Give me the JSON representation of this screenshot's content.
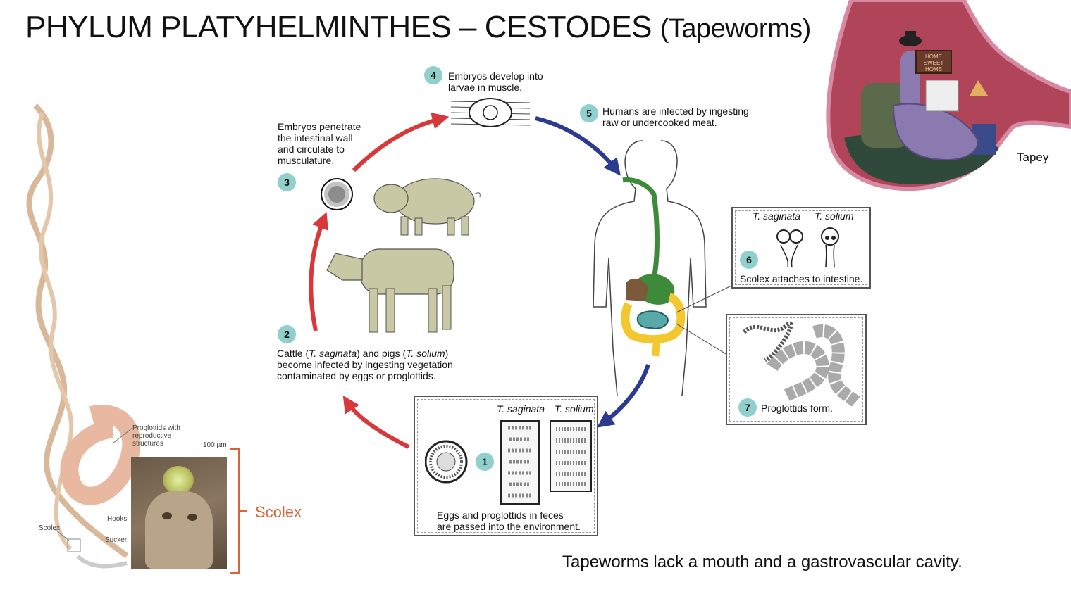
{
  "title": {
    "main": "PHYLUM PLATYHELMINTHES – CESTODES",
    "paren": "(Tapeworms)"
  },
  "steps": [
    {
      "num": "1",
      "text_line1": "Eggs and proglottids in feces",
      "text_line2": "are passed into the environment."
    },
    {
      "num": "2",
      "text_pre": "Cattle (",
      "t1": "T. saginata",
      "text_mid": ") and pigs (",
      "t2": "T. solium",
      "text_post": ")",
      "line2": "become infected by ingesting vegetation",
      "line3": "contaminated by eggs or proglottids."
    },
    {
      "num": "3",
      "line1": "Embryos penetrate",
      "line2": "the intestinal wall",
      "line3": "and circulate to",
      "line4": "musculature."
    },
    {
      "num": "4",
      "line1": "Embryos develop into",
      "line2": "larvae in muscle."
    },
    {
      "num": "5",
      "line1": "Humans are infected by ingesting",
      "line2": "raw or undercooked meat."
    },
    {
      "num": "6",
      "text": "Scolex attaches to intestine."
    },
    {
      "num": "7",
      "text": "Proglottids form."
    }
  ],
  "species": {
    "saginata": "T. saginata",
    "solium": "T. solium"
  },
  "tapey": "Tapey",
  "sign": {
    "l1": "HOME",
    "l2": "SWEET",
    "l3": "HOME"
  },
  "scolex_label": "Scolex",
  "left_fig": {
    "proglottids": "Proglottids with",
    "proglottids2": "reproductive",
    "proglottids3": "structures",
    "scale": "100 µm",
    "hooks": "Hooks",
    "sucker": "Sucker",
    "scolex": "Scolex"
  },
  "footer": "Tapeworms lack a mouth and a gastrovascular cavity.",
  "colors": {
    "arrow_red": "#d9383a",
    "arrow_blue": "#2c3a92",
    "badge": "#8fcfcc",
    "scolex_orange": "#d6663a",
    "animal": "#c9c8a4"
  }
}
